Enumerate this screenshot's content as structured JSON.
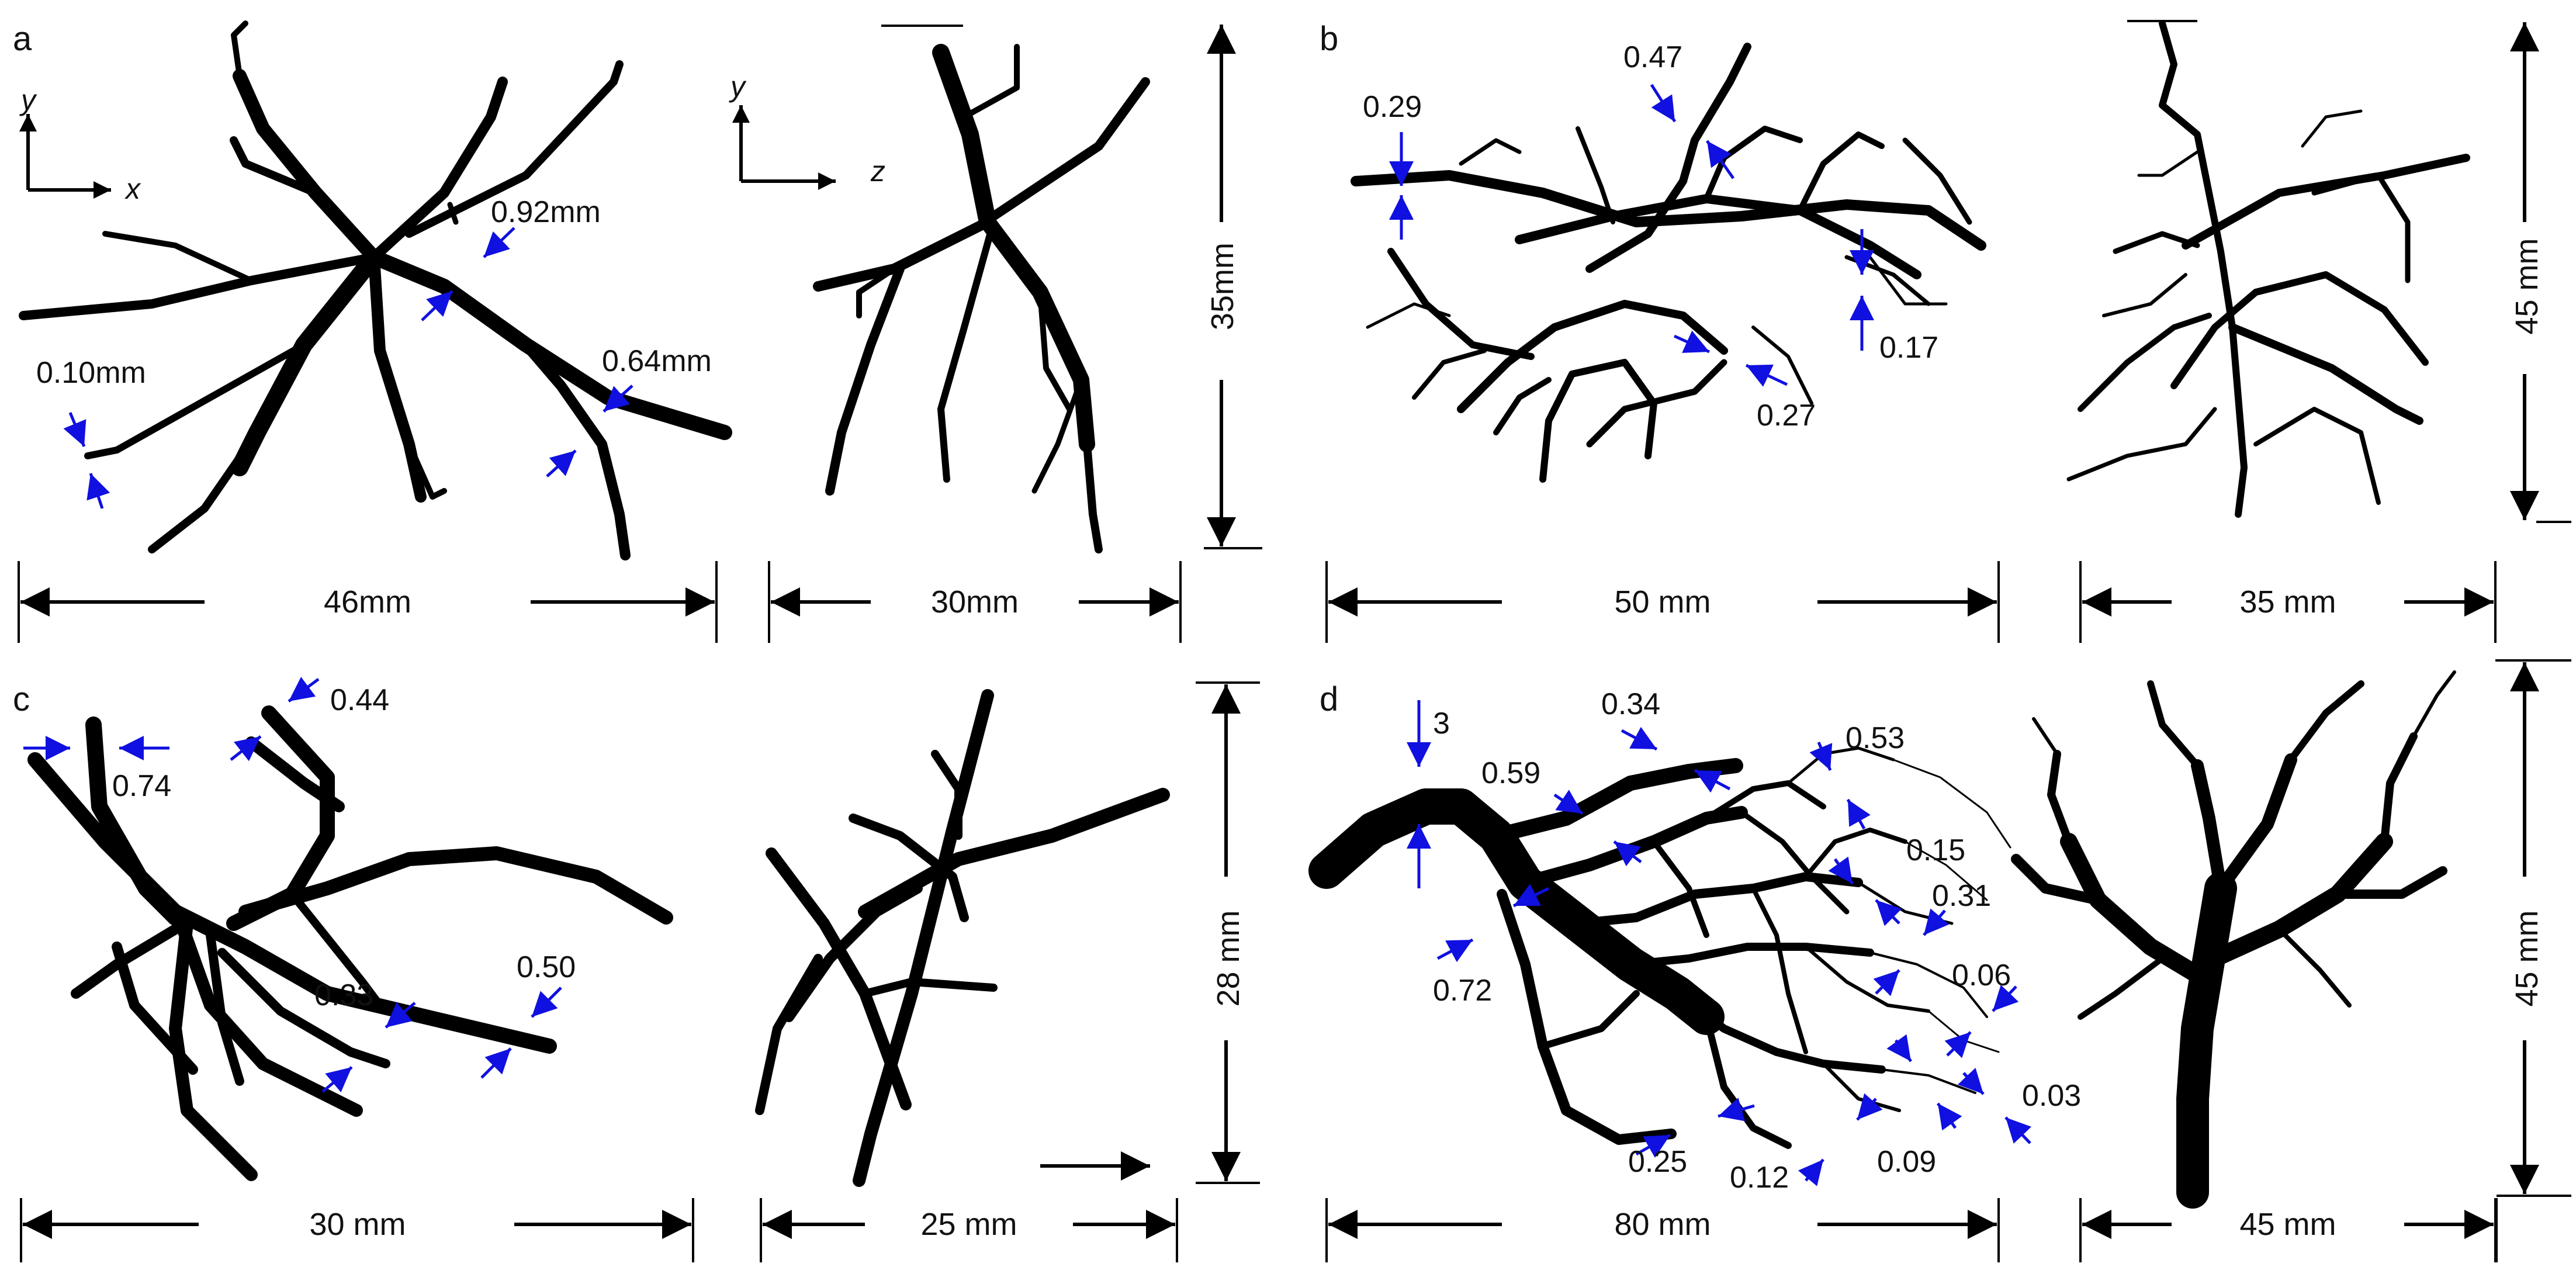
{
  "colors": {
    "vessel": "#000000",
    "measure_arrow": "#1010e0",
    "text": "#111111",
    "background": "#ffffff"
  },
  "panels": {
    "a": {
      "label": "a",
      "axes_xy": {
        "x": "x",
        "y": "y"
      },
      "axes_zy": {
        "z": "z",
        "y": "y"
      },
      "diameters": [
        "0.92mm",
        "0.64mm",
        "0.10mm"
      ],
      "width_front": "46mm",
      "width_side": "30mm",
      "height": "35mm"
    },
    "b": {
      "label": "b",
      "diameters": [
        "0.47",
        "0.29",
        "0.17",
        "0.27"
      ],
      "width_front": "50 mm",
      "width_side": "35 mm",
      "height": "45 mm"
    },
    "c": {
      "label": "c",
      "diameters": [
        "0.44",
        "0.74",
        "0.33",
        "0.50"
      ],
      "width_front": "30 mm",
      "width_side": "25 mm",
      "height": "28 mm"
    },
    "d": {
      "label": "d",
      "diameters": [
        "3",
        "0.34",
        "0.53",
        "0.59",
        "0.15",
        "0.31",
        "0.72",
        "0.06",
        "0.03",
        "0.25",
        "0.12",
        "0.09"
      ],
      "width_front": "80 mm",
      "width_side": "45 mm",
      "height": "45 mm"
    }
  }
}
